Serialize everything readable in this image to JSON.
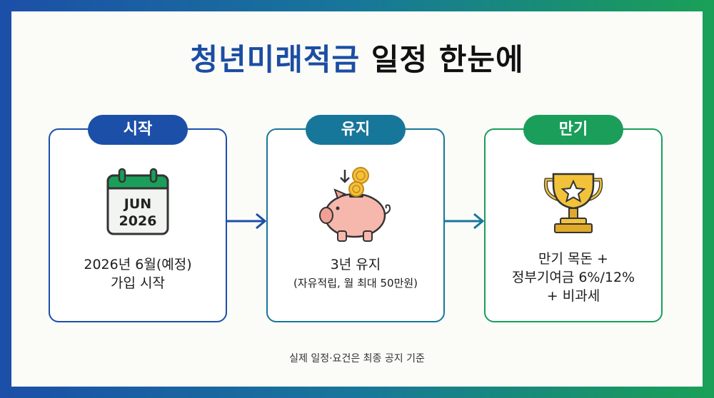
{
  "title": {
    "part1": "청년미래적금",
    "part2": "일정 한눈에"
  },
  "steps": [
    {
      "label": "시작",
      "icon": "calendar-icon",
      "calendar": {
        "month": "JUN",
        "year": "2026"
      },
      "lines": [
        "2026년 6월(예정)",
        "가입 시작"
      ]
    },
    {
      "label": "유지",
      "icon": "piggy-bank-icon",
      "lines": [
        "3년 유지"
      ],
      "sub": "(자유적립, 월 최대 50만원)"
    },
    {
      "label": "만기",
      "icon": "trophy-icon",
      "lines": [
        "만기 목돈 +",
        "정부기여금 6%/12%",
        "+ 비과세"
      ]
    }
  ],
  "note": "실제 일정·요건은 최종 공지 기준",
  "colors": {
    "blue": "#1c4fa8",
    "teal": "#17779a",
    "green": "#1a9e5a"
  }
}
